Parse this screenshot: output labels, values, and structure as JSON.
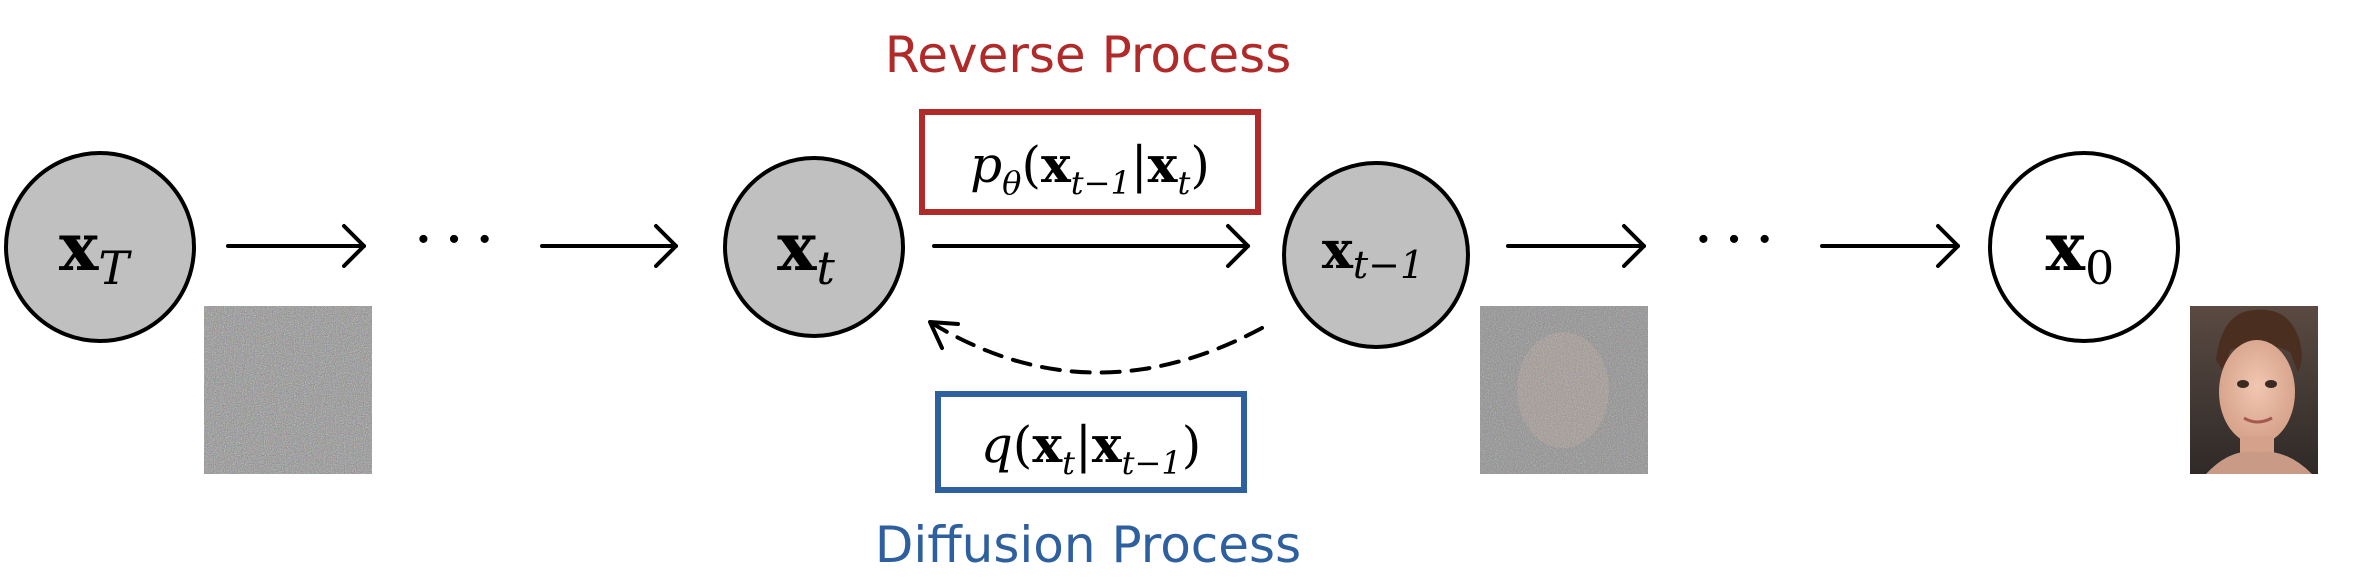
{
  "title_reverse": "Reverse Process",
  "title_diffusion": "Diffusion Process",
  "colors": {
    "reverse": "#b02a2a",
    "diffusion": "#2e5f9e",
    "node_fill": "#c0c0c0",
    "final_fill": "#ffffff",
    "stroke": "#000000"
  },
  "nodes": {
    "xT": {
      "base": "x",
      "sub": "T"
    },
    "xt": {
      "base": "x",
      "sub": "t"
    },
    "xt1": {
      "base": "x",
      "sub": "t−1"
    },
    "x0": {
      "base": "x",
      "sub": "0"
    }
  },
  "ellipsis": "· · ·",
  "p_formula": {
    "p": "p",
    "theta": "θ",
    "open": "(",
    "x1": "x",
    "sub1": "t−1",
    "bar": "|",
    "x2": "x",
    "sub2": "t",
    "close": ")"
  },
  "q_formula": {
    "q": "q",
    "open": "(",
    "x1": "x",
    "sub1": "t",
    "bar": "|",
    "x2": "x",
    "sub2": "t−1",
    "close": ")"
  },
  "images": {
    "noise_full": "pure-noise-image",
    "noise_partial": "noisy-face-image",
    "clean_face": "clean-face-image"
  }
}
